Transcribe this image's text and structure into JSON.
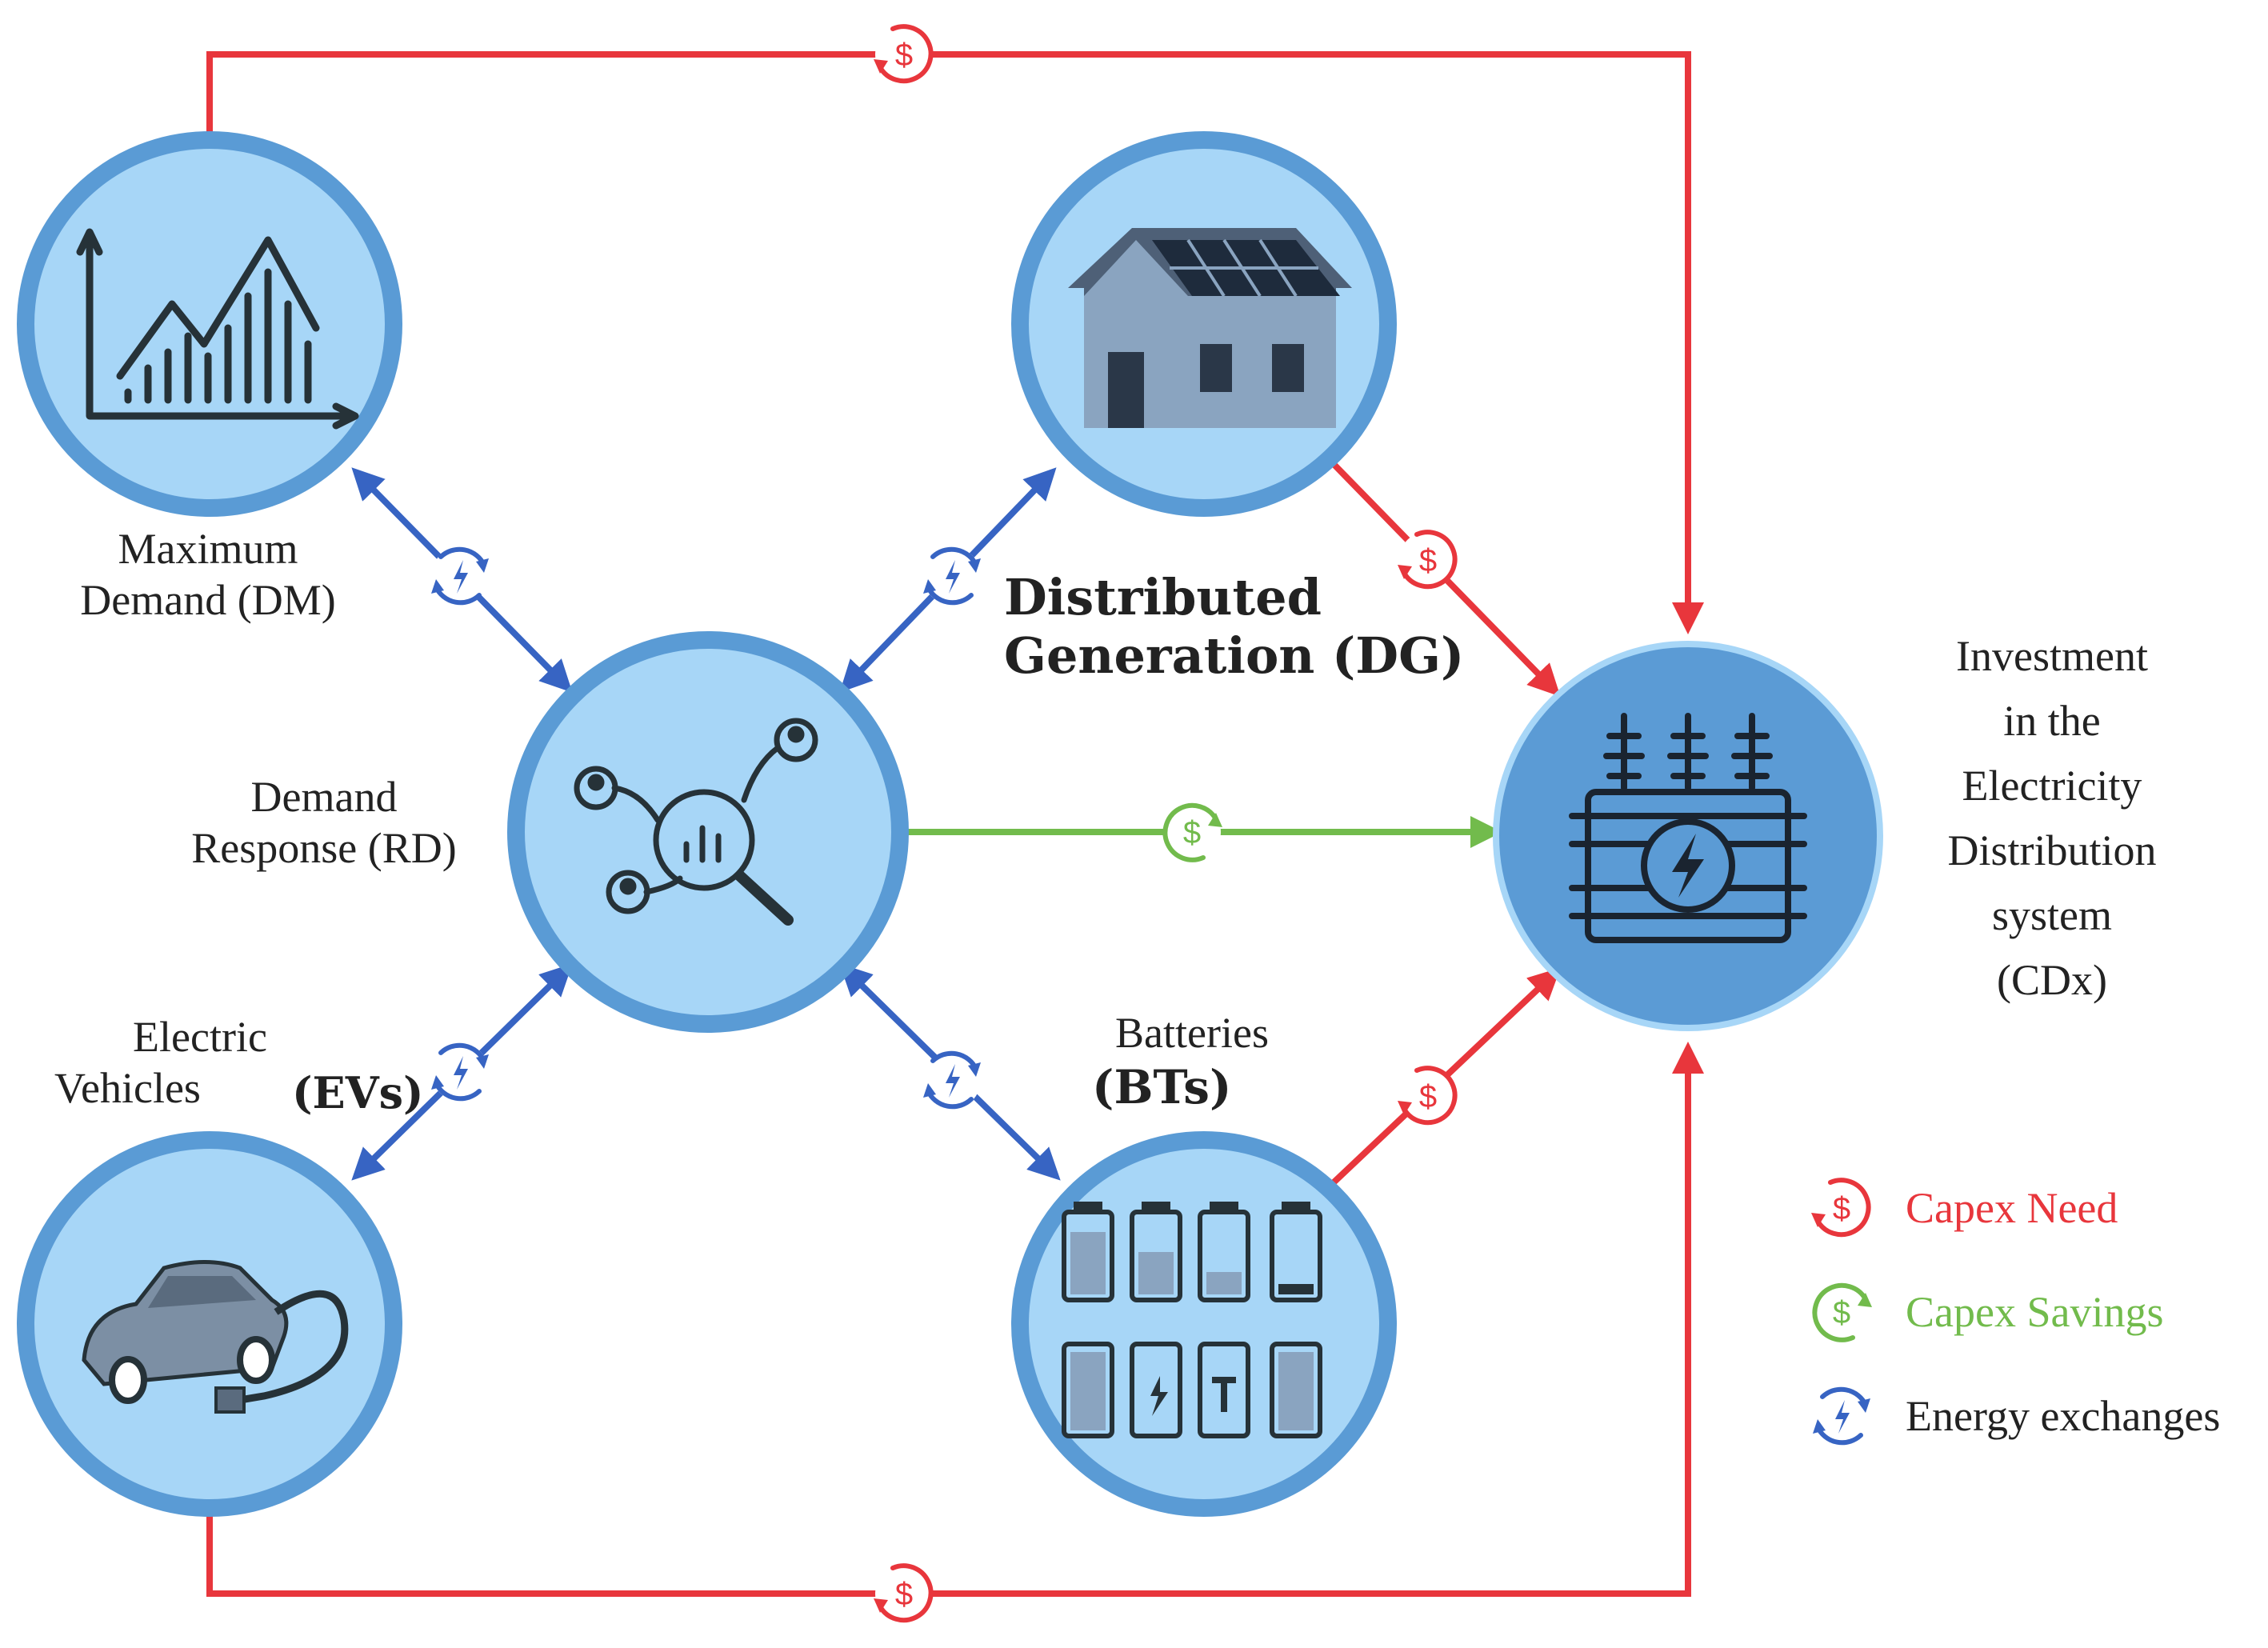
{
  "colors": {
    "capex_need": "#e8363c",
    "capex_savings": "#72bb4c",
    "energy_exchange": "#3764c3",
    "node_fill": "#a7d6f7",
    "node_border": "#5a9bd5",
    "hub_fill": "#5b9bd5"
  },
  "nodes": {
    "maximum_demand": {
      "line1": "Maximum",
      "line2": "Demand (DM)",
      "icon": "line-bar-chart-icon"
    },
    "distributed_generation": {
      "line1": "Distributed",
      "line2": "Generation (DG)",
      "icon": "solar-house-icon"
    },
    "demand_response": {
      "line1": "Demand",
      "line2": "Response (RD)",
      "icon": "network-search-icon"
    },
    "electric_vehicles": {
      "line1": "Electric",
      "line2": "Vehicles",
      "abbr": "(EVs)",
      "icon": "electric-car-icon"
    },
    "batteries": {
      "line1": "Batteries",
      "abbr": "(BTs)",
      "icon": "batteries-icon"
    },
    "investment": {
      "lines": [
        "Investment",
        "in the",
        "Electricity",
        "Distribution",
        "system",
        "(CDx)"
      ],
      "icon": "transformer-icon"
    }
  },
  "legend": {
    "capex_need": "Capex Need",
    "capex_savings": "Capex Savings",
    "energy_exchanges": "Energy exchanges"
  }
}
